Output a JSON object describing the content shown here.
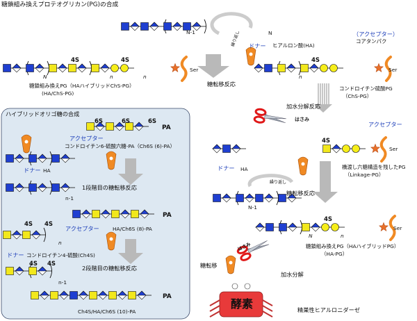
{
  "colors": {
    "glcA": "#1f3fd1",
    "galnac": "#f2e81c",
    "xyl": "#f6ee1a",
    "ser_star": "#e8702a",
    "arrow_gray": "#b9b9b9",
    "blue_text": "#1a3cb8",
    "panel_bg": "#dde8f2",
    "scissors_red": "#e01818",
    "enzyme_red": "#e83a3a",
    "enzyme_orange": "#f08a24"
  },
  "title": "糖鎖組み換えプロテオグリカン(PG)の合成",
  "top": {
    "n_minus_1": "N-1",
    "donor": "ドナー",
    "hyaluronic": "ヒアルロン酸(HA)",
    "repeat": "繰り返し",
    "acceptor": "（アクセプター）",
    "core_protein": "コアタンパク",
    "ser": "Ser",
    "sulfate": "4S",
    "N": "N",
    "n": "n"
  },
  "hybrid": {
    "name_l1": "糖鎖組み換えPG（HAハイブリッドChS-PG）",
    "name_l2": "(HA/ChS-PG)",
    "transfer": "糖転移反応"
  },
  "chs": {
    "name_l1": "コンドロイチン硫酸PG",
    "name_l2": "（ChS-PG）"
  },
  "hydrolysis": "加水分解反応",
  "scissors_label": "はさみ",
  "enzyme_mark": "酵素",
  "linkage": {
    "acceptor": "アクセプター",
    "name_l1": "橋渡し六糖構造を残したPG",
    "name_l2": "（Linkage-PG）",
    "donor": "ドナー",
    "ha": "HA",
    "transfer": "糖転移反応",
    "repeat": "繰り返し",
    "n_minus_1": "N-1"
  },
  "hapg": {
    "name_l1": "糖鎖組み換えPG（HAハイブリッドPG）",
    "name_l2": "（HA-PG）"
  },
  "bottom": {
    "transfer": "糖転移",
    "hydrolysis": "加水分解",
    "enzyme": "酵素",
    "enzyme_name": "精巣性ヒアルロニダーゼ"
  },
  "panel": {
    "title": "ハイブリッドオリゴ糖の合成",
    "s6": "6S",
    "s4": "4S",
    "pa": "PA",
    "acceptor": "アクセプター",
    "chs6_hexa": "コンドロイチン6-硫酸六糖-PA（Ch6S (6)-PA）",
    "donor": "ドナー",
    "ha": "HA",
    "n_minus_1": "n-1",
    "step1": "1段階目の糖転移反応",
    "ha_ch6s8": "HA/Ch6S (8)-PA",
    "ch4s": "コンドロイチン4-硫酸(Ch4S)",
    "step2": "2段階目の糖転移反応",
    "ch4s_ha_ch6s10": "Ch4S/HA/Ch6S (10)-PA",
    "n": "n"
  }
}
